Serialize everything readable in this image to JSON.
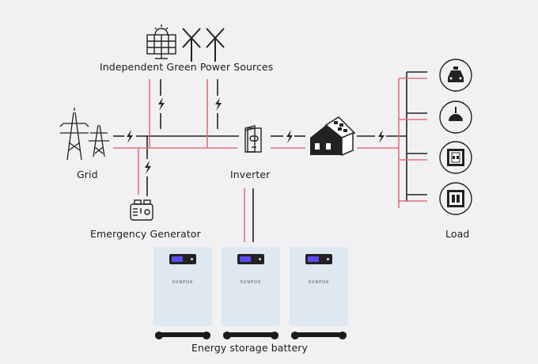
{
  "title": "Independent Green Power Sources",
  "nodes": {
    "grid": "Grid",
    "inverter": "Inverter",
    "generator": "Emergency Generator",
    "load": "Load",
    "battery": "Energy storage battery"
  },
  "battery_brand": "SUNPOK",
  "battery_count": 3,
  "load_devices": [
    "ev-charger",
    "lamp",
    "socket",
    "switch"
  ],
  "colors": {
    "ac_line": "#222222",
    "dc_line": "#e0707e",
    "battery_body": "#dfe7f1",
    "lcd": "#5a4cf0"
  }
}
